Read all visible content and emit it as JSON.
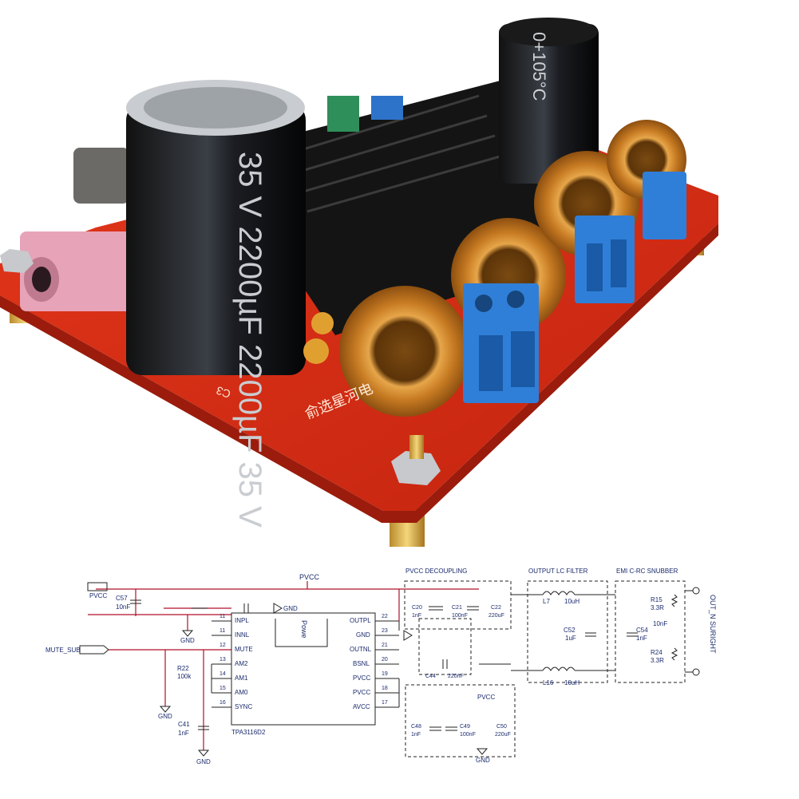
{
  "photo": {
    "capacitor_left_marking": "35 V 2200µF 2200µF 35 V",
    "capacitor_right_marking": "0+105°C",
    "board_silk_text": "俞选星河电",
    "board_ref": "C3"
  },
  "schematic": {
    "net_pvcc": "PVCC",
    "net_gnd": "GND",
    "mute_sub": "MUTE_SUB",
    "chip_name": "TPA3116D2",
    "chip_power_label": "Powe",
    "section_decoupling": "PVCC DECOUPLING",
    "section_lc": "OUTPUT LC FILTER",
    "section_snubber": "EMI C-RC SNUBBER",
    "out_label": "OUT_N SURIGHT",
    "left_pins": [
      {
        "num": "11",
        "name": "INPL"
      },
      {
        "num": "11",
        "name": "INNL"
      },
      {
        "num": "12",
        "name": "MUTE"
      },
      {
        "num": "13",
        "name": "AM2"
      },
      {
        "num": "14",
        "name": "AM1"
      },
      {
        "num": "15",
        "name": "AM0"
      },
      {
        "num": "16",
        "name": "SYNC"
      }
    ],
    "right_pins": [
      {
        "num": "22",
        "name": "OUTPL"
      },
      {
        "num": "23",
        "name": "GND"
      },
      {
        "num": "21",
        "name": "OUTNL"
      },
      {
        "num": "20",
        "name": "BSNL"
      },
      {
        "num": "19",
        "name": "PVCC"
      },
      {
        "num": "18",
        "name": "PVCC"
      },
      {
        "num": "17",
        "name": "AVCC"
      }
    ],
    "parts": {
      "c57": "C57",
      "c57_val": "10nF",
      "r22": "R22",
      "r22_val": "100k",
      "c41": "C41",
      "c41_val": "1nF",
      "c20": "C20",
      "c20_val": "1nF",
      "c21": "C21",
      "c21_val": "100nF",
      "c22": "C22",
      "c22_val": "220uF",
      "c44": "C44",
      "c44_val": "220nF",
      "c48": "C48",
      "c48_val": "1nF",
      "c49": "C49",
      "c49_val": "100nF",
      "c50": "C50",
      "c50_val": "220uF",
      "l7": "L7",
      "l7_val": "10uH",
      "l16": "L16",
      "l16_val": "10uH",
      "c52": "C52",
      "c52_val": "1uF",
      "r15": "R15",
      "r15_val": "3.3R",
      "c_snub": "10nF",
      "c54": "C54",
      "c54_val": "1nF",
      "r24": "R24",
      "r24_val": "3.3R"
    }
  }
}
